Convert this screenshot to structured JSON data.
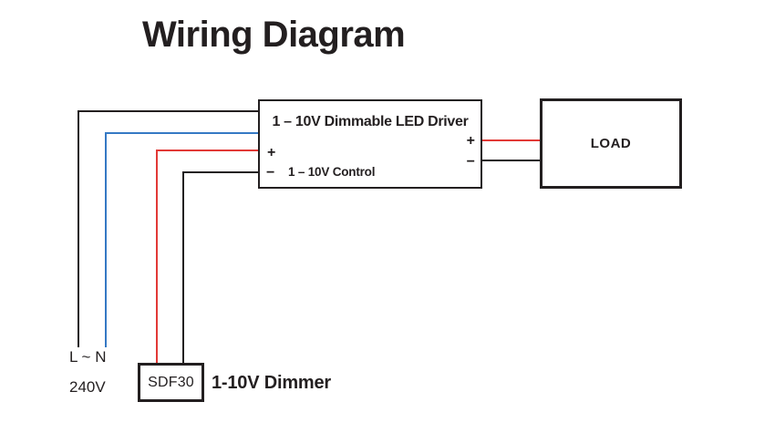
{
  "title": "Wiring Diagram",
  "driver": {
    "label": "1 – 10V Dimmable LED Driver",
    "control_label": "1 – 10V Control",
    "left_plus": "+",
    "left_minus": "−",
    "right_plus": "+",
    "right_minus": "−"
  },
  "load": {
    "label": "LOAD"
  },
  "dimmer": {
    "box_label": "SDF30",
    "label": "1-10V Dimmer"
  },
  "mains": {
    "terminals": "L ~ N",
    "voltage": "240V"
  },
  "colors": {
    "line": "#231f20",
    "text": "#231f20",
    "wire_black": "#231f20",
    "wire_red": "#e23936",
    "wire_blue": "#3579c4"
  },
  "wires": [
    {
      "name": "mains-live",
      "color": "#231f20",
      "from": "driver-left",
      "to": "L-terminal"
    },
    {
      "name": "mains-neutral",
      "color": "#3579c4",
      "from": "driver-left",
      "to": "N-terminal"
    },
    {
      "name": "control-plus",
      "color": "#e23936",
      "from": "driver-left-plus",
      "to": "dimmer-box"
    },
    {
      "name": "control-minus",
      "color": "#231f20",
      "from": "driver-left-minus",
      "to": "dimmer-box"
    },
    {
      "name": "load-plus",
      "color": "#e23936",
      "from": "driver-right-plus",
      "to": "load-box"
    },
    {
      "name": "load-minus",
      "color": "#231f20",
      "from": "driver-right-minus",
      "to": "load-box"
    }
  ]
}
